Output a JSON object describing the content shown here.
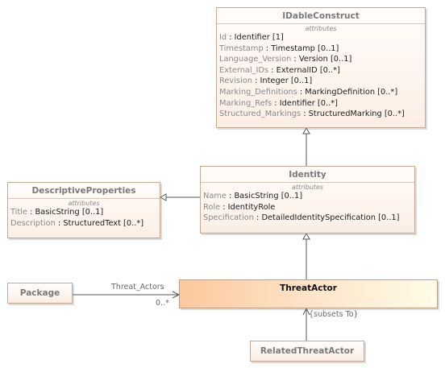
{
  "classes": {
    "idable": {
      "name": "IDableConstruct",
      "section": "attributes",
      "attrs": [
        {
          "name": "Id",
          "type": "Identifier [1]"
        },
        {
          "name": "Timestamp",
          "type": "Timestamp [0..1]"
        },
        {
          "name": "Language_Version",
          "type": "Version [0..1]"
        },
        {
          "name": "External_IDs",
          "type": "ExternalID [0..*]"
        },
        {
          "name": "Revision",
          "type": "Integer [0..1]"
        },
        {
          "name": "Marking_Definitions",
          "type": "MarkingDefinition [0..*]"
        },
        {
          "name": "Marking_Refs",
          "type": "Identifier [0..*]"
        },
        {
          "name": "Structured_Markings",
          "type": "StructuredMarking [0..*]"
        }
      ]
    },
    "identity": {
      "name": "Identity",
      "section": "attributes",
      "attrs": [
        {
          "name": "Name",
          "type": "BasicString [0..1]"
        },
        {
          "name": "Role",
          "type": "IdentityRole"
        },
        {
          "name": "Specification",
          "type": "DetailedIdentitySpecification [0..1]"
        }
      ]
    },
    "descriptive": {
      "name": "DescriptiveProperties",
      "section": "attributes",
      "attrs": [
        {
          "name": "Title",
          "type": "BasicString [0..1]"
        },
        {
          "name": "Description",
          "type": "StructuredText [0..*]"
        }
      ]
    },
    "package": {
      "name": "Package"
    },
    "threatactor": {
      "name": "ThreatActor"
    },
    "related": {
      "name": "RelatedThreatActor"
    }
  },
  "associations": {
    "threat_actors": {
      "role": "Threat_Actors",
      "multiplicity": "0..*"
    },
    "subsets": {
      "constraint": "{subsets To}"
    }
  }
}
